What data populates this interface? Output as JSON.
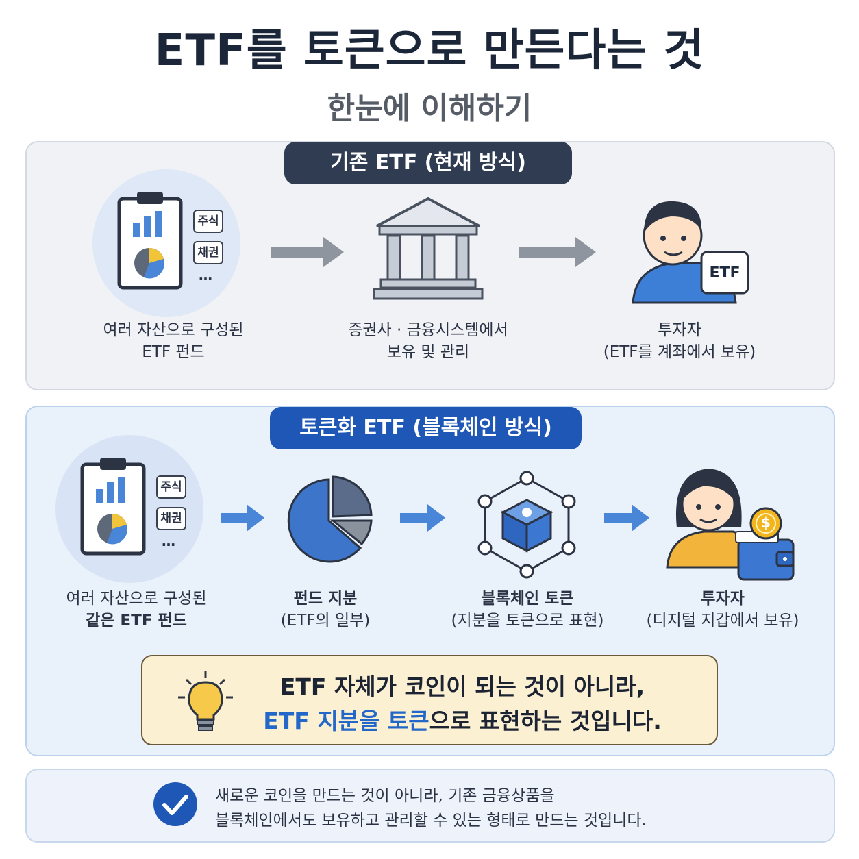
{
  "title": "ETF를 토큰으로 만든다는 것",
  "subtitle": "한눈에 이해하기",
  "section1": {
    "heading": "기존 ETF (현재 방식)",
    "step1": {
      "tag1": "주식",
      "tag2": "채권",
      "more": "…",
      "line1": "여러 자산으로 구성된",
      "line2": "ETF 펀드"
    },
    "step2": {
      "line1": "증권사 · 금융시스템에서",
      "line2": "보유 및 관리"
    },
    "step3": {
      "badge": "ETF",
      "line1": "투자자",
      "line2": "(ETF를 계좌에서 보유)"
    }
  },
  "section2": {
    "heading": "토큰화 ETF (블록체인 방식)",
    "step1": {
      "tag1": "주식",
      "tag2": "채권",
      "more": "…",
      "line1": "여러 자산으로 구성된",
      "line2": "같은 ETF 펀드"
    },
    "step2": {
      "line1": "펀드 지분",
      "line2": "(ETF의 일부)"
    },
    "step3": {
      "line1": "블록체인 토큰",
      "line2": "(지분을 토큰으로 표현)"
    },
    "step4": {
      "line1": "투자자",
      "line2": "(디지털 지갑에서 보유)"
    }
  },
  "callout": {
    "line1": "ETF 자체가 코인이 되는 것이 아니라,",
    "line2_highlight_a": "ETF 지분을 토큰",
    "line2_rest": "으로 표현하는 것입니다."
  },
  "note": {
    "line1": "새로운 코인을 만드는 것이 아니라, 기존 금융상품을",
    "line2": "블록체인에서도 보유하고 관리할 수 있는 형태로 만드는 것입니다."
  },
  "colors": {
    "dark_navy": "#2f3c52",
    "brand_blue": "#1e57b6",
    "accent_blue": "#4a86d8",
    "callout_bg": "#fbf0d2",
    "coin_gold": "#f2b51d"
  }
}
